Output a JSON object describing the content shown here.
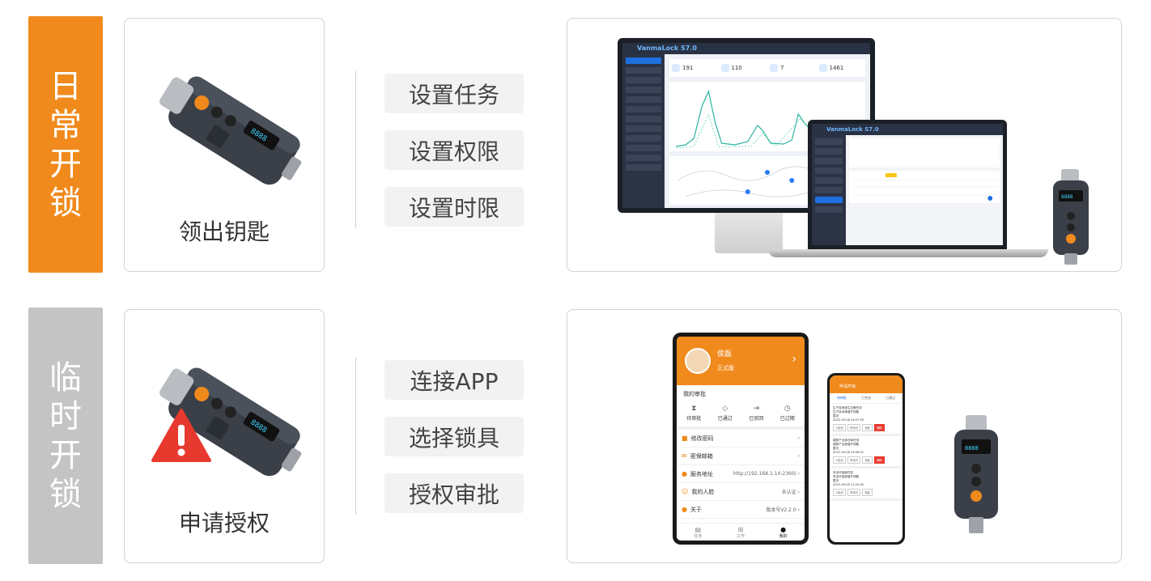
{
  "rows": [
    {
      "tab_text": [
        "日",
        "常",
        "开",
        "锁"
      ],
      "tab_color": "#f08a1c",
      "key_caption": "领出钥匙",
      "steps": [
        "设置任务",
        "设置权限",
        "设置时限"
      ],
      "monitor": {
        "brand": "VanmaLock S7.0",
        "stats": [
          "191",
          "110",
          "7",
          "1461"
        ]
      },
      "laptop": {
        "brand": "VanmaLock S7.0"
      }
    },
    {
      "tab_text": [
        "临",
        "时",
        "开",
        "锁"
      ],
      "tab_color": "#c4c4c4",
      "key_caption": "申请授权",
      "steps": [
        "连接APP",
        "选择锁具",
        "授权审批"
      ],
      "tablet": {
        "user_name": "侯磊",
        "version_badge": "正式版",
        "section_title": "我的审批",
        "approvals": [
          {
            "label": "待审批",
            "icon": "hourglass-icon"
          },
          {
            "label": "已通过",
            "icon": "shield-check-icon"
          },
          {
            "label": "已驳回",
            "icon": "return-icon"
          },
          {
            "label": "已过期",
            "icon": "clock-icon"
          }
        ],
        "menu": [
          {
            "label": "修改密码",
            "value": "",
            "icon": "lock-icon"
          },
          {
            "label": "密保邮箱",
            "value": "",
            "icon": "mail-icon"
          },
          {
            "label": "服务地址",
            "value": "http://192.168.1.14:2360/",
            "icon": "server-icon"
          },
          {
            "label": "我的人脸",
            "value": "未认证",
            "icon": "face-icon"
          },
          {
            "label": "关于",
            "value": "版本号V2.2.0",
            "icon": "info-icon"
          }
        ],
        "footer": [
          "任务",
          "工作",
          "我的"
        ]
      },
      "phone": {
        "title": "申请开锁",
        "tabs": [
          "待审批",
          "已完成",
          "已通过"
        ],
        "cards": [
          {
            "lines": [
              "生产技术部生交解任务",
              "生产技术部普开钥匙",
              "暂无",
              "2022-09-26 14:07:50"
            ]
          },
          {
            "lines": [
              "建账产业部仓库任务",
              "建账产业部普开钥匙",
              "暂无",
              "2022-09-26 14:06:31"
            ]
          },
          {
            "lines": [
              "安全环保部任务",
              "安全环保部普开钥匙",
              "暂无",
              "2022-09-26 11:20:42"
            ]
          }
        ],
        "buttons": [
          "人脸识",
          "时间识",
          "指纹",
          "删除"
        ]
      }
    }
  ]
}
